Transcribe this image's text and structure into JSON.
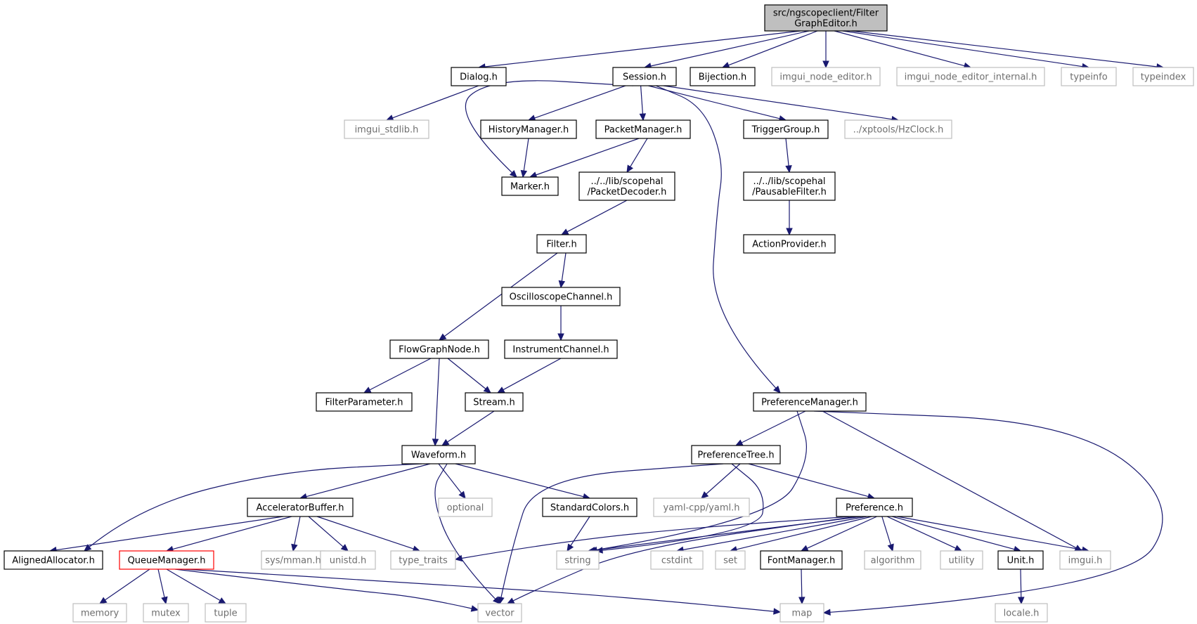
{
  "colors": {
    "edge": "#191970",
    "border_documented": "#000000",
    "border_external": "#bfbfbf",
    "border_truncated": "#ff0000",
    "fill_root": "#bfbfbf",
    "fill_default": "#ffffff",
    "text_documented": "#000000",
    "text_external": "#6e6e6e"
  },
  "nodes": [
    {
      "id": "root",
      "lines": [
        "src/ngscopeclient/Filter",
        "GraphEditor.h"
      ],
      "kind": "root"
    },
    {
      "id": "dialog",
      "lines": [
        "Dialog.h"
      ],
      "kind": "doc"
    },
    {
      "id": "session",
      "lines": [
        "Session.h"
      ],
      "kind": "doc"
    },
    {
      "id": "bijection",
      "lines": [
        "Bijection.h"
      ],
      "kind": "doc"
    },
    {
      "id": "imgui_node_editor",
      "lines": [
        "imgui_node_editor.h"
      ],
      "kind": "ext"
    },
    {
      "id": "imgui_node_editor_internal",
      "lines": [
        "imgui_node_editor_internal.h"
      ],
      "kind": "ext"
    },
    {
      "id": "typeinfo",
      "lines": [
        "typeinfo"
      ],
      "kind": "ext"
    },
    {
      "id": "typeindex",
      "lines": [
        "typeindex"
      ],
      "kind": "ext"
    },
    {
      "id": "imgui_stdlib",
      "lines": [
        "imgui_stdlib.h"
      ],
      "kind": "ext"
    },
    {
      "id": "history",
      "lines": [
        "HistoryManager.h"
      ],
      "kind": "doc"
    },
    {
      "id": "packetmgr",
      "lines": [
        "PacketManager.h"
      ],
      "kind": "doc"
    },
    {
      "id": "trigger",
      "lines": [
        "TriggerGroup.h"
      ],
      "kind": "doc"
    },
    {
      "id": "hzclock",
      "lines": [
        "../xptools/HzClock.h"
      ],
      "kind": "ext"
    },
    {
      "id": "marker",
      "lines": [
        "Marker.h"
      ],
      "kind": "doc"
    },
    {
      "id": "packetdec",
      "lines": [
        "../../lib/scopehal",
        "/PacketDecoder.h"
      ],
      "kind": "doc"
    },
    {
      "id": "pausable",
      "lines": [
        "../../lib/scopehal",
        "/PausableFilter.h"
      ],
      "kind": "doc"
    },
    {
      "id": "action",
      "lines": [
        "ActionProvider.h"
      ],
      "kind": "doc"
    },
    {
      "id": "filter",
      "lines": [
        "Filter.h"
      ],
      "kind": "doc"
    },
    {
      "id": "oscch",
      "lines": [
        "OscilloscopeChannel.h"
      ],
      "kind": "doc"
    },
    {
      "id": "flownode",
      "lines": [
        "FlowGraphNode.h"
      ],
      "kind": "doc"
    },
    {
      "id": "instch",
      "lines": [
        "InstrumentChannel.h"
      ],
      "kind": "doc"
    },
    {
      "id": "filterparam",
      "lines": [
        "FilterParameter.h"
      ],
      "kind": "doc"
    },
    {
      "id": "stream",
      "lines": [
        "Stream.h"
      ],
      "kind": "doc"
    },
    {
      "id": "prefmgr",
      "lines": [
        "PreferenceManager.h"
      ],
      "kind": "doc"
    },
    {
      "id": "waveform",
      "lines": [
        "Waveform.h"
      ],
      "kind": "doc"
    },
    {
      "id": "preftree",
      "lines": [
        "PreferenceTree.h"
      ],
      "kind": "doc"
    },
    {
      "id": "accbuf",
      "lines": [
        "AcceleratorBuffer.h"
      ],
      "kind": "doc"
    },
    {
      "id": "optional",
      "lines": [
        "optional"
      ],
      "kind": "ext"
    },
    {
      "id": "stdcolors",
      "lines": [
        "StandardColors.h"
      ],
      "kind": "doc"
    },
    {
      "id": "yaml",
      "lines": [
        "yaml-cpp/yaml.h"
      ],
      "kind": "ext"
    },
    {
      "id": "preference",
      "lines": [
        "Preference.h"
      ],
      "kind": "doc"
    },
    {
      "id": "aligned",
      "lines": [
        "AlignedAllocator.h"
      ],
      "kind": "doc"
    },
    {
      "id": "queue",
      "lines": [
        "QueueManager.h"
      ],
      "kind": "truncated"
    },
    {
      "id": "sysmman",
      "lines": [
        "sys/mman.h"
      ],
      "kind": "ext"
    },
    {
      "id": "unistd",
      "lines": [
        "unistd.h"
      ],
      "kind": "ext"
    },
    {
      "id": "typetraits",
      "lines": [
        "type_traits"
      ],
      "kind": "ext"
    },
    {
      "id": "string",
      "lines": [
        "string"
      ],
      "kind": "ext"
    },
    {
      "id": "cstdint",
      "lines": [
        "cstdint"
      ],
      "kind": "ext"
    },
    {
      "id": "set",
      "lines": [
        "set"
      ],
      "kind": "ext"
    },
    {
      "id": "fontmgr",
      "lines": [
        "FontManager.h"
      ],
      "kind": "doc"
    },
    {
      "id": "algorithm",
      "lines": [
        "algorithm"
      ],
      "kind": "ext"
    },
    {
      "id": "utility",
      "lines": [
        "utility"
      ],
      "kind": "ext"
    },
    {
      "id": "unit",
      "lines": [
        "Unit.h"
      ],
      "kind": "doc"
    },
    {
      "id": "imgui",
      "lines": [
        "imgui.h"
      ],
      "kind": "ext"
    },
    {
      "id": "memory",
      "lines": [
        "memory"
      ],
      "kind": "ext"
    },
    {
      "id": "mutex",
      "lines": [
        "mutex"
      ],
      "kind": "ext"
    },
    {
      "id": "tuple",
      "lines": [
        "tuple"
      ],
      "kind": "ext"
    },
    {
      "id": "vector",
      "lines": [
        "vector"
      ],
      "kind": "ext"
    },
    {
      "id": "map",
      "lines": [
        "map"
      ],
      "kind": "ext"
    },
    {
      "id": "locale",
      "lines": [
        "locale.h"
      ],
      "kind": "ext"
    }
  ],
  "edges": [
    [
      "root",
      "dialog"
    ],
    [
      "root",
      "session"
    ],
    [
      "root",
      "bijection"
    ],
    [
      "root",
      "imgui_node_editor"
    ],
    [
      "root",
      "imgui_node_editor_internal"
    ],
    [
      "root",
      "typeinfo"
    ],
    [
      "root",
      "typeindex"
    ],
    [
      "dialog",
      "imgui_stdlib"
    ],
    [
      "session",
      "history"
    ],
    [
      "session",
      "packetmgr"
    ],
    [
      "session",
      "trigger"
    ],
    [
      "session",
      "hzclock"
    ],
    [
      "session",
      "marker"
    ],
    [
      "session",
      "prefmgr"
    ],
    [
      "history",
      "marker"
    ],
    [
      "packetmgr",
      "marker"
    ],
    [
      "packetmgr",
      "packetdec"
    ],
    [
      "trigger",
      "pausable"
    ],
    [
      "pausable",
      "action"
    ],
    [
      "packetdec",
      "filter"
    ],
    [
      "filter",
      "oscch"
    ],
    [
      "filter",
      "flownode"
    ],
    [
      "oscch",
      "instch"
    ],
    [
      "instch",
      "stream"
    ],
    [
      "flownode",
      "filterparam"
    ],
    [
      "flownode",
      "stream"
    ],
    [
      "flownode",
      "waveform"
    ],
    [
      "stream",
      "waveform"
    ],
    [
      "waveform",
      "aligned"
    ],
    [
      "waveform",
      "accbuf"
    ],
    [
      "waveform",
      "optional"
    ],
    [
      "waveform",
      "stdcolors"
    ],
    [
      "waveform",
      "vector"
    ],
    [
      "accbuf",
      "aligned"
    ],
    [
      "accbuf",
      "queue"
    ],
    [
      "accbuf",
      "sysmman"
    ],
    [
      "accbuf",
      "unistd"
    ],
    [
      "accbuf",
      "typetraits"
    ],
    [
      "queue",
      "memory"
    ],
    [
      "queue",
      "mutex"
    ],
    [
      "queue",
      "tuple"
    ],
    [
      "queue",
      "vector"
    ],
    [
      "queue",
      "map"
    ],
    [
      "stdcolors",
      "string"
    ],
    [
      "prefmgr",
      "preftree"
    ],
    [
      "prefmgr",
      "string"
    ],
    [
      "prefmgr",
      "imgui"
    ],
    [
      "prefmgr",
      "map"
    ],
    [
      "preftree",
      "vector"
    ],
    [
      "preftree",
      "yaml"
    ],
    [
      "preftree",
      "preference"
    ],
    [
      "preftree",
      "string"
    ],
    [
      "preference",
      "typetraits"
    ],
    [
      "preference",
      "string"
    ],
    [
      "preference",
      "vector"
    ],
    [
      "preference",
      "cstdint"
    ],
    [
      "preference",
      "set"
    ],
    [
      "preference",
      "fontmgr"
    ],
    [
      "preference",
      "algorithm"
    ],
    [
      "preference",
      "utility"
    ],
    [
      "preference",
      "unit"
    ],
    [
      "preference",
      "imgui"
    ],
    [
      "fontmgr",
      "map"
    ],
    [
      "unit",
      "locale"
    ]
  ]
}
